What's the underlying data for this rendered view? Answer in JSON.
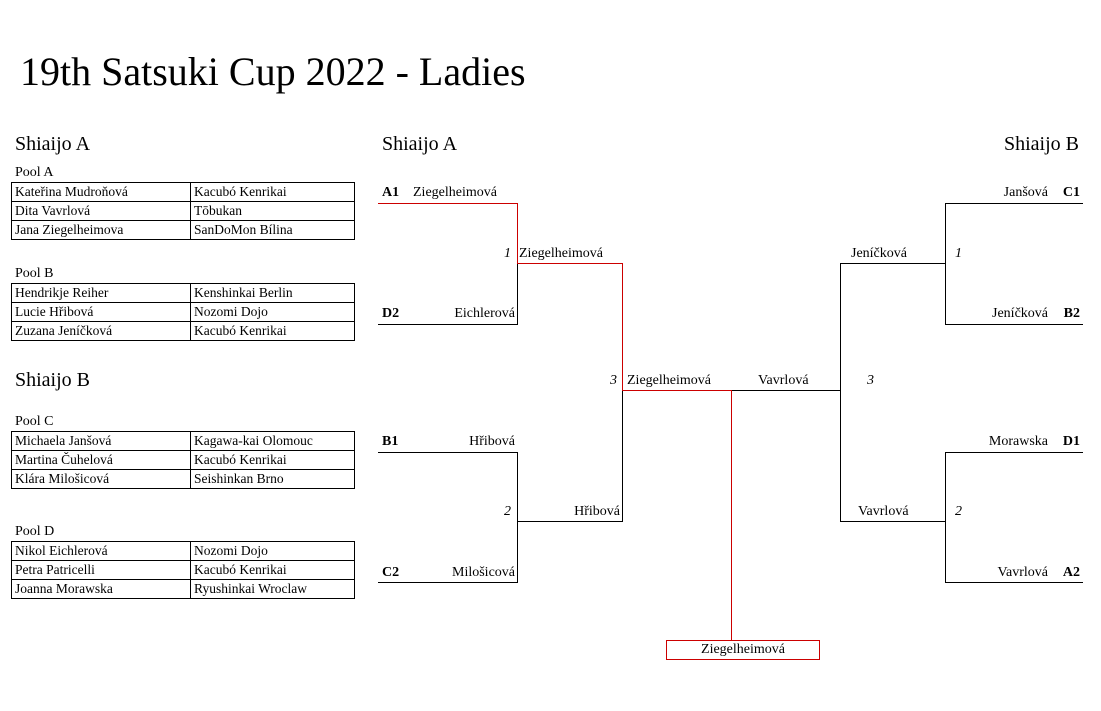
{
  "title": "19th Satsuki Cup 2022 - Ladies",
  "left_panel": {
    "shiaijo_a": "Shiaijo A",
    "shiaijo_b": "Shiaijo B",
    "pools": [
      {
        "label": "Pool A",
        "rows": [
          {
            "name": "Kateřina Mudroňová",
            "club": "Kacubó Kenrikai"
          },
          {
            "name": "Dita Vavrlová",
            "club": "Tōbukan"
          },
          {
            "name": "Jana Ziegelheimova",
            "club": "SanDoMon Bílina"
          }
        ]
      },
      {
        "label": "Pool B",
        "rows": [
          {
            "name": "Hendrikje Reiher",
            "club": "Kenshinkai Berlin"
          },
          {
            "name": "Lucie Hřibová",
            "club": "Nozomi Dojo"
          },
          {
            "name": "Zuzana Jeníčková",
            "club": "Kacubó Kenrikai"
          }
        ]
      },
      {
        "label": "Pool C",
        "rows": [
          {
            "name": "Michaela Janšová",
            "club": "Kagawa-kai Olomouc"
          },
          {
            "name": "Martina Čuhelová",
            "club": "Kacubó Kenrikai"
          },
          {
            "name": "Klára Milošicová",
            "club": "Seishinkan Brno"
          }
        ]
      },
      {
        "label": "Pool D",
        "rows": [
          {
            "name": "Nikol Eichlerová",
            "club": "Nozomi Dojo"
          },
          {
            "name": "Petra Patricelli",
            "club": "Kacubó Kenrikai"
          },
          {
            "name": "Joanna Morawska",
            "club": "Ryushinkai Wroclaw"
          }
        ]
      }
    ]
  },
  "bracket": {
    "left_header": "Shiaijo A",
    "right_header": "Shiaijo B",
    "left": {
      "r1": [
        {
          "seed": "A1",
          "name": "Ziegelheimová"
        },
        {
          "seed": "D2",
          "name": "Eichlerová"
        },
        {
          "seed": "B1",
          "name": "Hřibová"
        },
        {
          "seed": "C2",
          "name": "Milošicová"
        }
      ],
      "r2": [
        {
          "match": "1",
          "name": "Ziegelheimová"
        },
        {
          "match": "2",
          "name": "Hřibová"
        }
      ],
      "semi": {
        "match": "3",
        "name": "Ziegelheimová"
      }
    },
    "right": {
      "r1": [
        {
          "seed": "C1",
          "name": "Janšová"
        },
        {
          "seed": "B2",
          "name": "Jeníčková"
        },
        {
          "seed": "D1",
          "name": "Morawska"
        },
        {
          "seed": "A2",
          "name": "Vavrlová"
        }
      ],
      "r2": [
        {
          "match": "1",
          "name": "Jeníčková"
        },
        {
          "match": "2",
          "name": "Vavrlová"
        }
      ],
      "semi": {
        "match": "3",
        "name": "Vavrlová"
      }
    },
    "winner": "Ziegelheimová"
  },
  "colors": {
    "highlight": "#cc0000",
    "line": "#000000"
  }
}
